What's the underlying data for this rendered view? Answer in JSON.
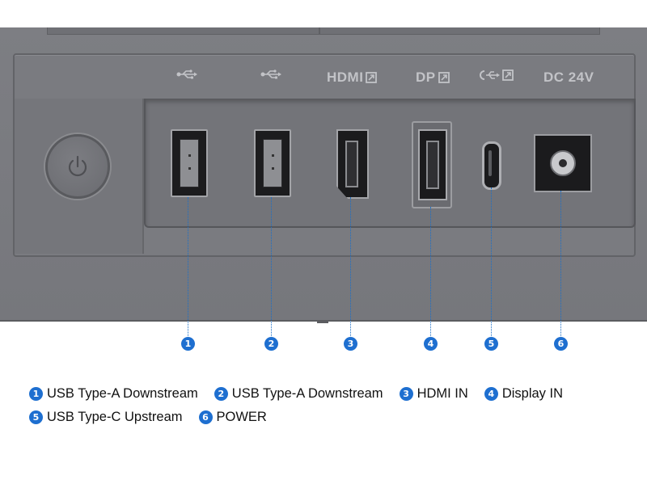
{
  "port_labels": {
    "usb_a_1": "",
    "usb_a_2": "",
    "hdmi": "HDMI",
    "dp": "DP",
    "dc": "DC 24V"
  },
  "icons": {
    "usb": "usb-trident-icon",
    "hdcp": "hdcp-box-icon",
    "usb_c_data": "usb-c-data-icon",
    "power": "power-symbol-icon"
  },
  "callouts": [
    "1",
    "2",
    "3",
    "4",
    "5",
    "6"
  ],
  "legend": [
    {
      "number": "1",
      "text": "USB Type-A Downstream"
    },
    {
      "number": "2",
      "text": "USB Type-A Downstream"
    },
    {
      "number": "3",
      "text": "HDMI IN"
    },
    {
      "number": "4",
      "text": "Display IN"
    },
    {
      "number": "5",
      "text": "USB Type-C Upstream"
    },
    {
      "number": "6",
      "text": "POWER"
    }
  ],
  "colors": {
    "body": "#7a7b80",
    "label": "#c2c3c7",
    "callout_blue": "#1e6fd0"
  }
}
